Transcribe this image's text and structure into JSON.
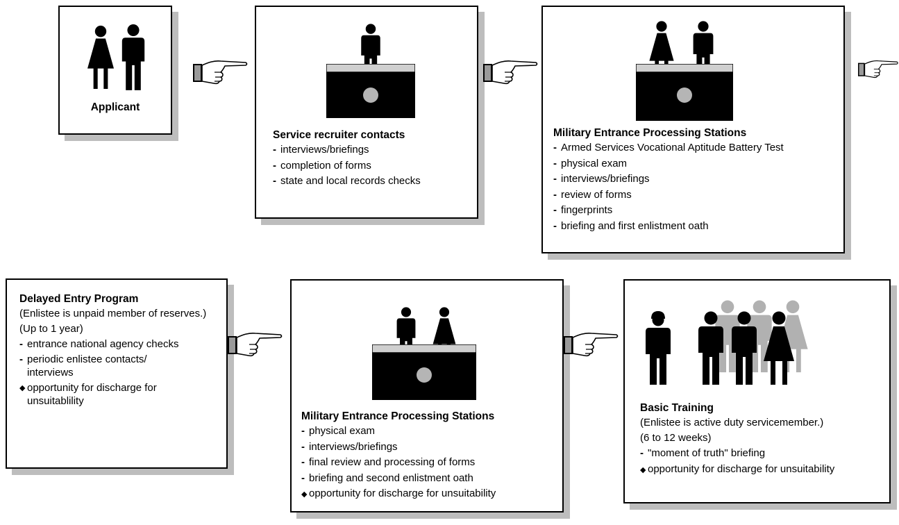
{
  "box1": {
    "label": "Applicant"
  },
  "box2": {
    "title": "Service recruiter contacts",
    "items": [
      "interviews/briefings",
      "completion of forms",
      "state and local records checks"
    ]
  },
  "box3": {
    "title": "Military Entrance Processing Stations",
    "items": [
      "Armed Services Vocational Aptitude Battery Test",
      "physical exam",
      "interviews/briefings",
      "review of forms",
      "fingerprints",
      "briefing and first enlistment oath"
    ]
  },
  "box4": {
    "title": "Delayed Entry Program",
    "note": "(Enlistee is unpaid member of reserves.)",
    "duration": "(Up to 1 year)",
    "items": [
      "entrance national agency checks",
      "periodic enlistee contacts/ interviews",
      "opportunity for discharge for unsuitablility"
    ]
  },
  "box5": {
    "title": "Military Entrance Processing Stations",
    "items": [
      "physical exam",
      "interviews/briefings",
      "final review and processing of forms",
      "briefing and second enlistment oath",
      "opportunity for discharge for unsuitability"
    ]
  },
  "box6": {
    "title": "Basic Training",
    "note": "(Enlistee is active duty servicemember.)",
    "duration": "(6 to 12 weeks)",
    "items": [
      "\"moment of truth\" briefing",
      "opportunity for discharge for unsuitability"
    ]
  },
  "colors": {
    "figure": "#000000",
    "shadow": "#bdbdbd",
    "desk_light": "#cfcfcf",
    "emblem": "#b5b5b5"
  },
  "icons": [
    "woman-figure-icon",
    "man-figure-icon",
    "desk-icon",
    "pointing-hand-icon",
    "ghost-figure-icon"
  ]
}
